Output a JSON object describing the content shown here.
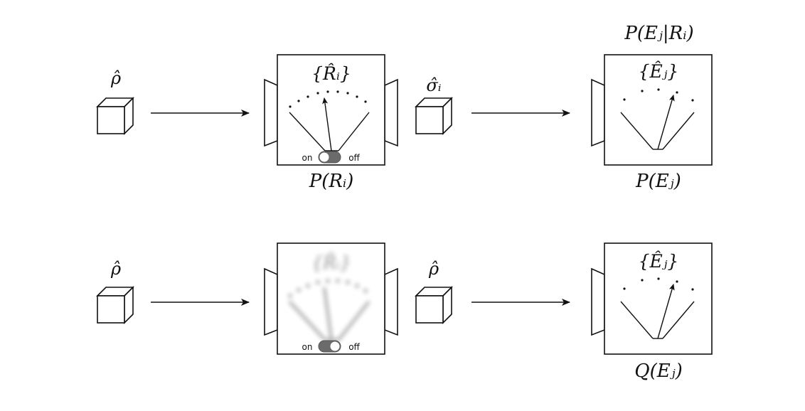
{
  "rows": [
    {
      "state_in": "ρ̂",
      "instrument": {
        "top_label": "{R̂ᵢ}",
        "bottom_label": "P(Rᵢ)",
        "switch": {
          "on_label": "on",
          "off_label": "off",
          "state": "on"
        },
        "blurred": false
      },
      "state_mid": "σ̂ᵢ",
      "detector": {
        "top_label": "{Êⱼ}",
        "above_label": "P(Eⱼ|Rᵢ)",
        "bottom_label": "P(Eⱼ)"
      }
    },
    {
      "state_in": "ρ̂",
      "instrument": {
        "top_label": "{R̂ᵢ}",
        "bottom_label": "",
        "switch": {
          "on_label": "on",
          "off_label": "off",
          "state": "off"
        },
        "blurred": true
      },
      "state_mid": "ρ̂",
      "detector": {
        "top_label": "{Êⱼ}",
        "above_label": "",
        "bottom_label": "Q(Eⱼ)"
      }
    }
  ]
}
